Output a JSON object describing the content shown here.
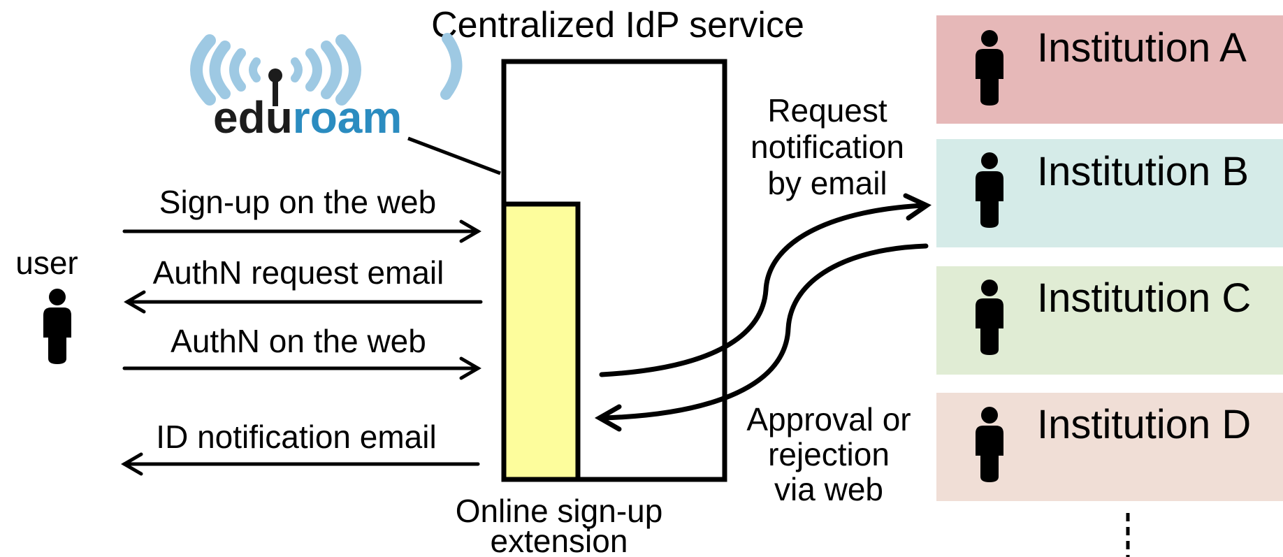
{
  "title": "Centralized IdP service",
  "logo": {
    "text_part1": "edu",
    "text_part2": "roam",
    "colors": {
      "text1": "#1c1c1c",
      "text2": "#2b8cc0",
      "waves": "#9ec9e3"
    }
  },
  "user_label": "user",
  "flows": {
    "signup": "Sign-up on the web",
    "authn_request": "AuthN request email",
    "authn_web": "AuthN on the web",
    "id_notification": "ID notification email"
  },
  "extension": {
    "line1": "Online sign-up",
    "line2": "extension",
    "color": "#fdfd9c"
  },
  "request_notification": [
    "Request",
    "notification",
    "by email"
  ],
  "approval": [
    "Approval or",
    "rejection",
    "via web"
  ],
  "institutions": [
    {
      "label": "Institution A",
      "color": "#e6b8b8"
    },
    {
      "label": "Institution B",
      "color": "#d5ebe8"
    },
    {
      "label": "Institution C",
      "color": "#e0ecd4"
    },
    {
      "label": "Institution D",
      "color": "#f0ded6"
    }
  ]
}
